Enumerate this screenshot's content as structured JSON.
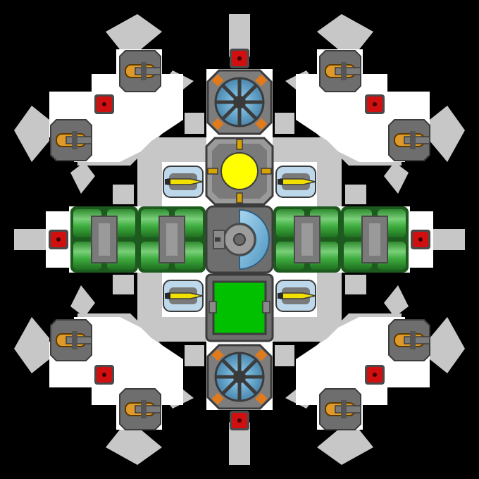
{
  "scene": {
    "type": "spaceship-blueprint",
    "symmetry": "4-fold",
    "colors": {
      "background": "#000000",
      "hull_armor": "#c7c7c7",
      "hull_interior": "#ffffff",
      "module_frame": "#6e6e6e",
      "fuel_tank": "#3fae3f",
      "reactor_core": "#ffff00",
      "cargo": "#00c000",
      "shield": "#6fb4dc",
      "turret_barrel": "#e09a2a",
      "missile": "#f2e000",
      "thruster_red": "#d01010"
    }
  },
  "components": {
    "core_shield_generator": {
      "count": 1
    },
    "reactor": {
      "count": 1
    },
    "cargo_bay": {
      "count": 1
    },
    "engines": {
      "count": 2
    },
    "fuel_tanks": {
      "count": 8
    },
    "missile_launchers": {
      "count": 4
    },
    "cannon_turrets": {
      "count": 8
    },
    "red_thrusters": {
      "count": 8
    }
  }
}
